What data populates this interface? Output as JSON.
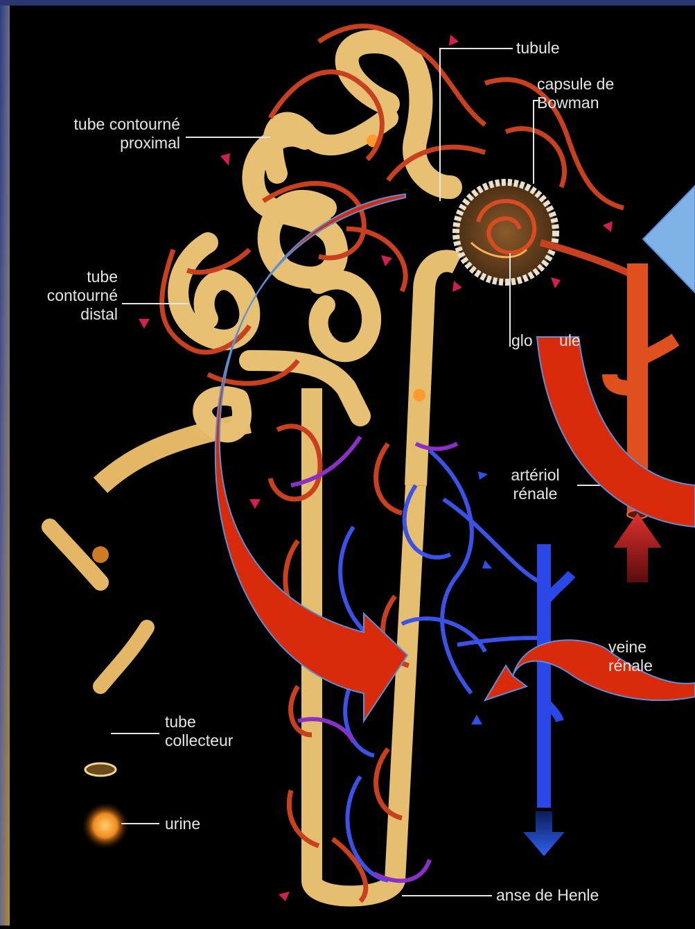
{
  "labels": {
    "tubule": "tubule",
    "capsule": "capsule de\nBowman",
    "proximal": "tube contourné\nproximal",
    "distal": "tube\ncontourné\ndistal",
    "glomerule": "glo      ule",
    "arteriole": "artériol\nrénale",
    "veine": "veine\nrénale",
    "collecteur": "tube\ncollecteur",
    "urine": "urine",
    "henle": "anse de Henle"
  },
  "colors": {
    "background": "#000000",
    "tubule": "#e9c37a",
    "capillary_red": "#c8401e",
    "capillary_blue": "#3a52e8",
    "capillary_purple": "#8a2fc8",
    "arrow_red": "#d92a0c",
    "arrow_outline": "#5b8fd6",
    "pointer_blue": "#7fb2e6",
    "label": "#e6e6e6",
    "frame_left": "#3a4a8a",
    "frame_gold": "#c79a2a"
  },
  "icons": [
    "curved-arrow",
    "pointer-triangle",
    "flow-arrow-up",
    "flow-arrow-down"
  ]
}
